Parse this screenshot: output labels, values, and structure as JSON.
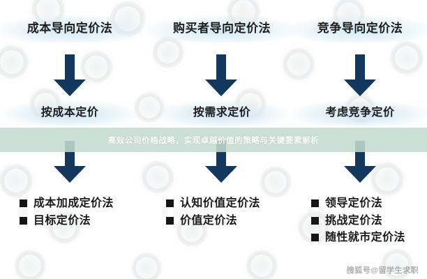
{
  "diagram": {
    "title_overlay": "高效公司价格战略，实现卓越价值的策略与关键要素解析",
    "columns": [
      {
        "header": "成本导向定价法",
        "middle": "按成本定价",
        "items": [
          "成本加成定价法",
          "目标定价法"
        ]
      },
      {
        "header": "购买者导向定价法",
        "middle": "按需求定价",
        "items": [
          "认知价值定价法",
          "价值定价法"
        ]
      },
      {
        "header": "竞争导向定价法",
        "middle": "考虑竞争定价",
        "items": [
          "领导定价法",
          "挑战定价法",
          "随性就市定价法"
        ]
      }
    ],
    "arrow_icon_name": "down-arrow-icon",
    "bullet_icon_name": "square-bullet-icon"
  },
  "watermark": {
    "source": "搜狐号@留学生求职"
  },
  "colors": {
    "arrow": "#14375e",
    "banner": "#c4dbd0",
    "banner_text": "#ffffff",
    "text": "#1a1a1a",
    "highlight_glow": "#cde4f0",
    "background": "#ffffff"
  }
}
